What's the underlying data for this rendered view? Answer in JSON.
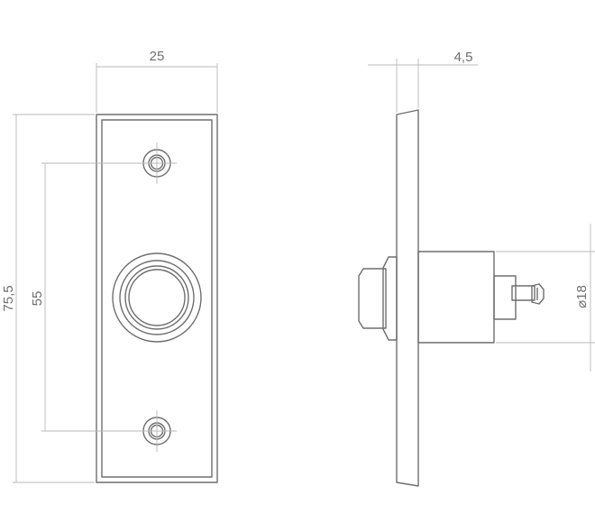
{
  "front_view": {
    "width_label": "25",
    "height_label": "75,5",
    "hole_spacing_label": "55"
  },
  "side_view": {
    "thickness_label": "4,5",
    "diameter_label": "⌀18"
  },
  "colors": {
    "line": "#6e6e6e",
    "dimension_line": "#b8b8b8",
    "background": "#ffffff"
  }
}
